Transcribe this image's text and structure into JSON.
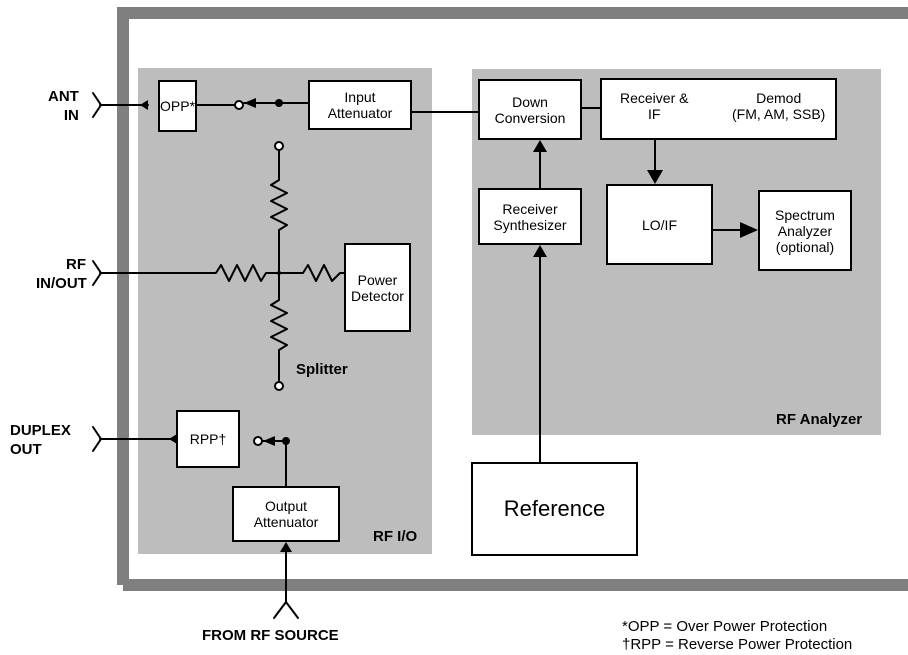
{
  "ports": {
    "ant_in": "ANT\nIN",
    "rf_in_out": "RF\nIN/OUT",
    "duplex_out": "DUPLEX\nOUT",
    "from_rf_source": "FROM RF SOURCE"
  },
  "panels": {
    "rf_io": "RF I/O",
    "rf_analyzer": "RF Analyzer"
  },
  "blocks": {
    "opp": "OPP*",
    "input_attenuator": "Input\nAttenuator",
    "rpp": "RPP†",
    "output_attenuator": "Output\nAttenuator",
    "power_detector": "Power\nDetector",
    "splitter": "Splitter",
    "down_conversion": "Down\nConversion",
    "receiver_if": "Receiver &\nIF",
    "demod": "Demod\n(FM, AM, SSB)",
    "receiver_synthesizer": "Receiver\nSynthesizer",
    "lo_if": "LO/IF",
    "spectrum_analyzer": "Spectrum\nAnalyzer\n(optional)",
    "reference": "Reference"
  },
  "footnotes": {
    "opp": "*OPP = Over Power Protection",
    "rpp": "†RPP = Reverse Power Protection"
  },
  "colors": {
    "frame": "#7f7f7f",
    "panel": "#bdbdbd"
  }
}
